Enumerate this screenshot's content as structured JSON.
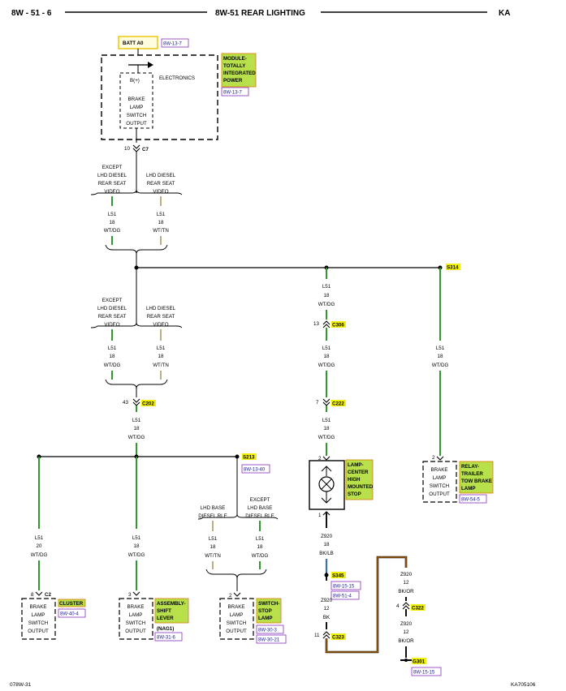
{
  "header": {
    "page": "8W - 51 - 6",
    "title": "8W-51 REAR LIGHTING",
    "code": "KA"
  },
  "footer": {
    "left": "078W-31",
    "right": "KA705106"
  },
  "colors": {
    "wire_green": "#2e9a2e",
    "wire_tan": "#b7ae8a",
    "wire_black": "#111111",
    "wire_orange": "#e07b00",
    "highlight": "#f2f200",
    "label_yellow": "#f5e53a",
    "label_green": "#b8e04a",
    "ref_blue": "#1a1aa0"
  },
  "batt": {
    "label": "BATT A0",
    "ref": "8W-13-7"
  },
  "tipm": {
    "name": [
      "MODULE-",
      "TOTALLY",
      "INTEGRATED",
      "POWER"
    ],
    "ref": "8W-13-7",
    "electronics": "ELECTRONICS",
    "pin": "B(+)",
    "output": [
      "BRAKE",
      "LAMP",
      "SWITCH",
      "OUTPUT"
    ],
    "conn_pin": "10",
    "conn": "C7"
  },
  "opts1": {
    "left": [
      "EXCEPT",
      "LHD DIESEL",
      "REAR SEAT",
      "VIDEO"
    ],
    "right": [
      "LHD DIESEL",
      "REAR SEAT",
      "VIDEO"
    ]
  },
  "wire_l51_18_wtdg": [
    "L51",
    "18",
    "WT/DG"
  ],
  "wire_l51_18_wttn": [
    "L51",
    "18",
    "WT/TN"
  ],
  "wire_l51_20_wtdg": [
    "L51",
    "20",
    "WT/DG"
  ],
  "splices": {
    "s314": "S314",
    "s213": "S213",
    "s213_ref": "8W-13-40",
    "s345": "S345",
    "s345_refs": [
      "8W-15-15",
      "8W-51-4"
    ],
    "g301": "G301",
    "g301_ref": "8W-15-15"
  },
  "connectors": {
    "c306_pin": "13",
    "c306": "C306",
    "c222_pin": "7",
    "c222": "C222",
    "c202_pin": "43",
    "c202": "C202",
    "c322_pin": "4",
    "c322": "C322",
    "c323_pin": "11",
    "c323": "C323"
  },
  "chmsl": {
    "name": [
      "LAMP-",
      "CENTER",
      "HIGH",
      "MOUNTED",
      "STOP"
    ],
    "pin_top": "2",
    "pin_bottom": "1"
  },
  "relay": {
    "name": [
      "RELAY-",
      "TRAILER",
      "TOW BRAKE",
      "LAMP"
    ],
    "ref": "8W-54-5",
    "pin": "2",
    "output": [
      "BRAKE",
      "LAMP",
      "SWITCH",
      "OUTPUT"
    ]
  },
  "z920_bklb": [
    "Z920",
    "18",
    "BK/LB"
  ],
  "z920_12_bk": [
    "Z920",
    "12",
    "BK"
  ],
  "z920_12_bkor_a": [
    "Z920",
    "12",
    "BK/OR"
  ],
  "z920_12_bkor_b": [
    "Z920",
    "12",
    "BK/OR"
  ],
  "opts3": {
    "left": [
      "LHD BASE",
      "DIESEL RLE"
    ],
    "right": [
      "EXCEPT",
      "LHD BASE",
      "DIESEL RLE"
    ]
  },
  "cluster": {
    "name": "CLUSTER",
    "ref": "8W-40-4",
    "pin": "8",
    "conn": "C2",
    "output": [
      "BRAKE",
      "LAMP",
      "SWITCH",
      "OUTPUT"
    ]
  },
  "shifter": {
    "name": [
      "ASSEMBLY-",
      "SHIFT",
      "LEVER"
    ],
    "sub": "(NAG1)",
    "ref": "8W-31-6",
    "pin": "3",
    "output": [
      "BRAKE",
      "LAMP",
      "SWITCH",
      "OUTPUT"
    ]
  },
  "stopsw": {
    "name": [
      "SWITCH-",
      "STOP",
      "LAMP"
    ],
    "refs": [
      "8W-30-3",
      "8W-30-21"
    ],
    "pin": "2",
    "output": [
      "BRAKE",
      "LAMP",
      "SWITCH",
      "OUTPUT"
    ]
  }
}
